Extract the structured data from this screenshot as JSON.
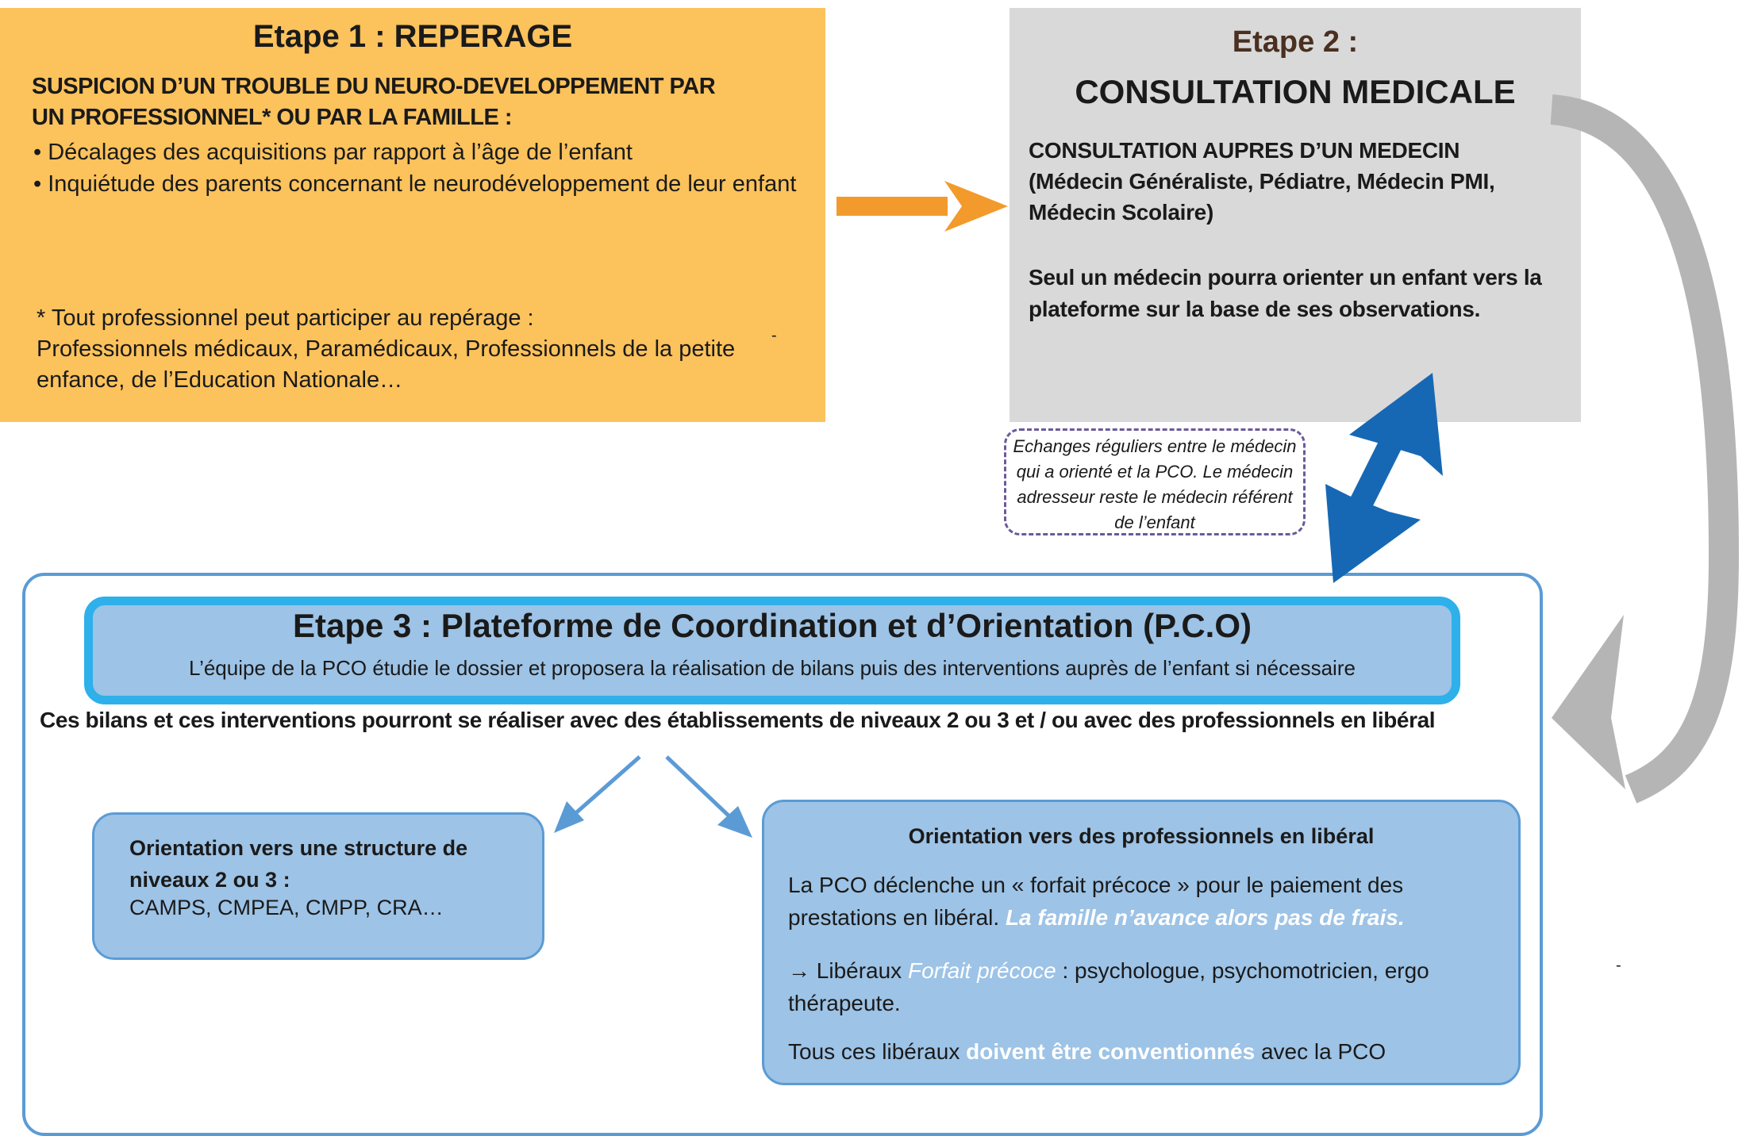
{
  "step1": {
    "title": "Etape 1 : REPERAGE",
    "subtitle": "SUSPICION D’UN TROUBLE DU NEURO-DEVELOPPEMENT PAR UN PROFESSIONNEL* OU PAR LA FAMILLE :",
    "bullets": [
      "• Décalages des acquisitions par rapport à l’âge de l’enfant",
      "• Inquiétude des parents concernant le neurodéveloppement de leur enfant"
    ],
    "note_line1": "* Tout professionnel peut participer au repérage :",
    "note_line2": "Professionnels médicaux, Paramédicaux, Professionnels de la petite enfance, de l’Education Nationale…",
    "stray_mark": "-",
    "color": "#fcc25c"
  },
  "step2": {
    "label": "Etape 2 :",
    "title": "CONSULTATION MEDICALE",
    "text1_line1": "CONSULTATION AUPRES D’UN MEDECIN",
    "text1_line2": "(Médecin Généraliste, Pédiatre, Médecin PMI, Médecin Scolaire)",
    "text2": "Seul un médecin pourra orienter  un enfant vers la plateforme sur la base de ses observations.",
    "color": "#d9d9d9"
  },
  "exchange": {
    "text": "Echanges réguliers entre le médecin qui a orienté et la PCO. Le médecin adresseur reste le médecin référent de l’enfant"
  },
  "step3": {
    "title": "Etape 3 : Plateforme de Coordination et d’Orientation  (P.C.O)",
    "description": "L’équipe de la PCO étudie le dossier et proposera la réalisation de bilans puis des interventions auprès de l’enfant si nécessaire",
    "bilans": "Ces bilans et ces interventions pourront se réaliser avec des établissements de niveaux 2 ou 3 et / ou avec des professionnels en libéral",
    "color": "#9dc3e6",
    "border_color": "#2eb0ea"
  },
  "orientation_structure": {
    "title": "Orientation vers  une structure  de niveaux 2 ou 3 :",
    "list": "CAMPS, CMPEA, CMPP, CRA…"
  },
  "orientation_liberal": {
    "title": "Orientation vers des professionnels en libéral",
    "p1_text": "La PCO déclenche un « forfait précoce » pour le paiement des prestations en libéral. ",
    "p1_highlight": "La famille n’avance alors pas de frais.",
    "p2_prefix": "→ Libéraux ",
    "p2_highlight": "Forfait précoce",
    "p2_suffix": " : psychologue, psychomotricien, ergo thérapeute.",
    "p3_prefix": "Tous ces libéraux ",
    "p3_highlight": "doivent être conventionnés",
    "p3_suffix": " avec la PCO"
  },
  "right_stray_mark": "-",
  "colors": {
    "orange_arrow": "#f39a2c",
    "blue_arrow": "#1668b4",
    "gray_arrow": "#b5b5b5",
    "light_blue_arrow": "#5b9bd5"
  }
}
